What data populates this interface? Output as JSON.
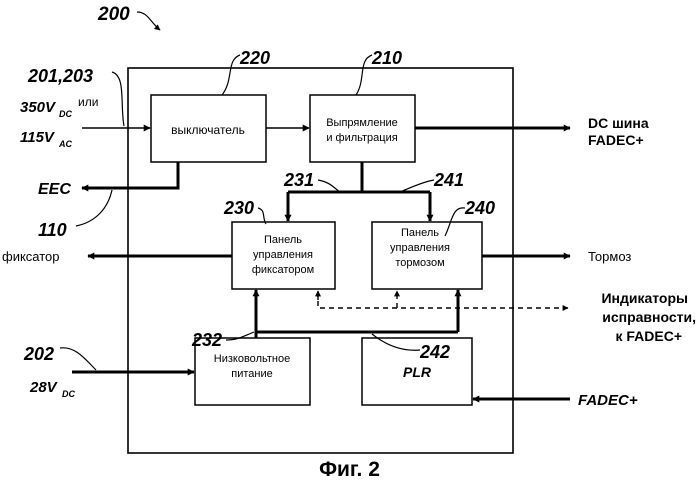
{
  "diagram": {
    "ref_main": "200",
    "ref_input_main": "201,203",
    "input_or": "или",
    "input_dc": "350V",
    "input_dc_sub": "DC",
    "input_ac": "115V",
    "input_ac_sub": "AC",
    "eec_label": "EEC",
    "ref_eec": "110",
    "ref_low_input": "202",
    "input_28v": "28V",
    "input_28v_sub": "DC",
    "latch_label": "фиксатор",
    "brake_label": "Тормоз",
    "dc_bus_line1": "DC шина",
    "dc_bus_line2": "FADEC+",
    "indicators_line1": "Индикаторы",
    "indicators_line2": "исправности,",
    "indicators_line3": "к FADEC+",
    "fadec_input": "FADEC+",
    "blocks": {
      "switch": {
        "ref": "220",
        "line1": "выключатель"
      },
      "rectifier": {
        "ref": "210",
        "line1": "Выпрямление",
        "line2": "и фильтрация"
      },
      "latch_panel": {
        "ref": "230",
        "line1": "Панель",
        "line2": "управления",
        "line3": "фиксатором"
      },
      "brake_panel": {
        "ref": "240",
        "line1": "Панель",
        "line2": "управления",
        "line3": "тормозом"
      },
      "low_voltage": {
        "ref": "",
        "line1": "Низковольтное",
        "line2": "питание"
      },
      "plr": {
        "line1": "PLR"
      }
    },
    "ref_231": "231",
    "ref_241": "241",
    "ref_232": "232",
    "ref_242": "242"
  },
  "caption": "Фиг. 2"
}
